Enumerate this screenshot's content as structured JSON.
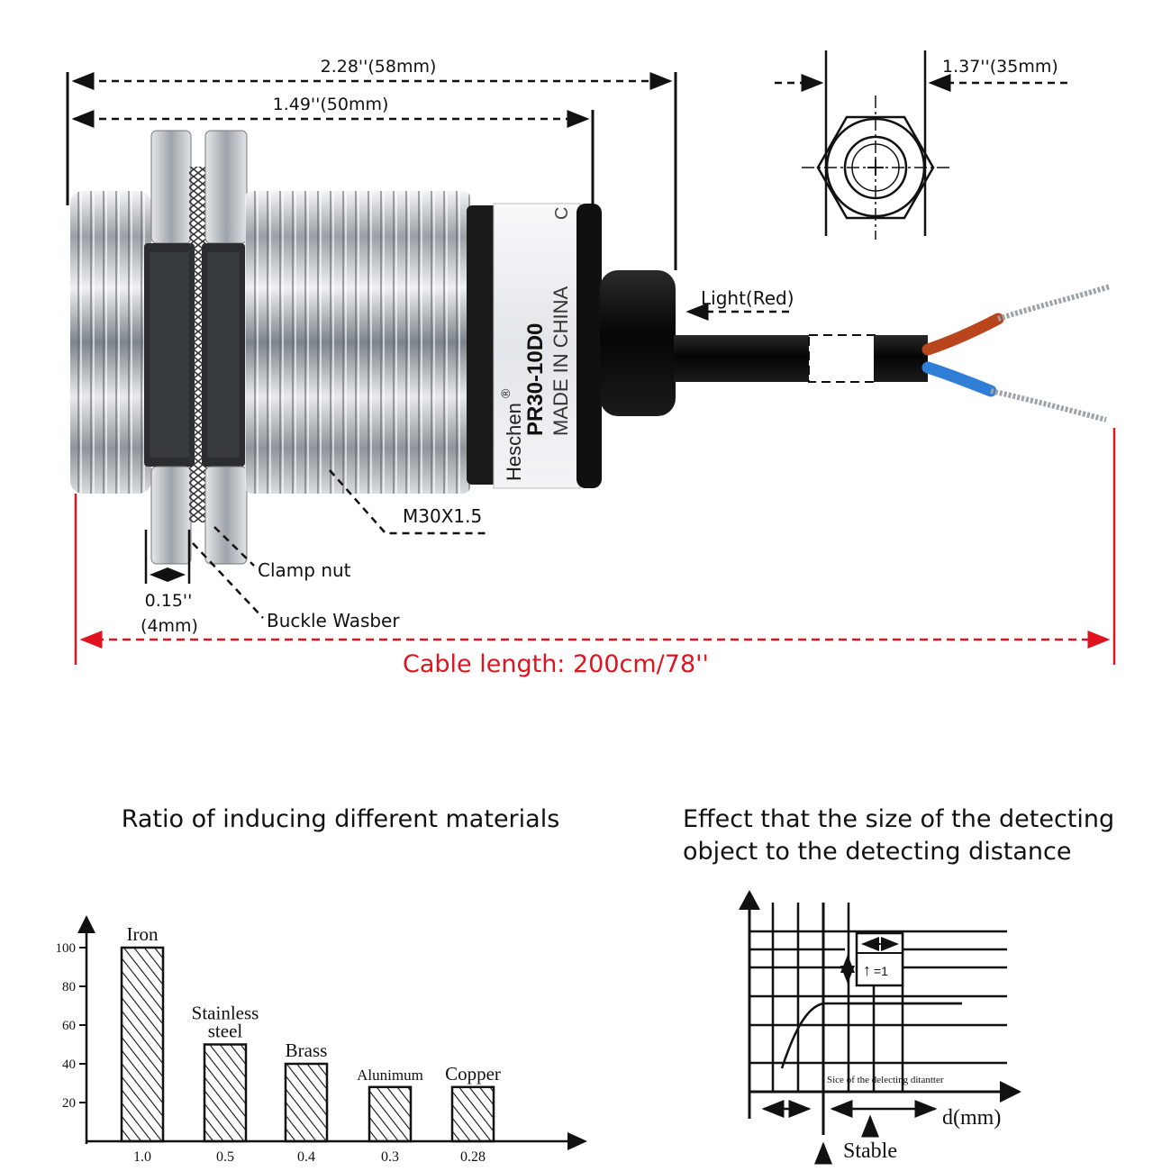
{
  "dimensions": {
    "overall_length": "2.28''(58mm)",
    "body_length": "1.49''(50mm)",
    "diameter": "1.37''(35mm)",
    "washer_thickness_line1": "0.15''",
    "washer_thickness_line2": "(4mm)",
    "cable_length": "Cable length: 200cm/78''"
  },
  "callouts": {
    "light": "Light(Red)",
    "thread": "M30X1.5",
    "clamp_nut": "Clamp nut",
    "buckle_washer": "Buckle Wasber"
  },
  "product_label": {
    "brand": "Heschen",
    "registered": "®",
    "model": "PR30-10D0",
    "origin": "MADE IN CHINA",
    "mark": "C"
  },
  "materials_chart": {
    "heading": "Ratio of inducing different materials"
  },
  "size_effect_chart": {
    "heading_line1": "Effect that the size of the detecting",
    "heading_line2": "object to the detecting distance",
    "ratio_label": "=1",
    "inner_caption": "Sice of the delecting ditantter",
    "x_axis_label": "d(mm)",
    "stable_label": "Stable"
  },
  "chart_data": {
    "type": "bar",
    "title": "Ratio of inducing different materials",
    "categories": [
      "Iron",
      "Stainless steel",
      "Brass",
      "Alunimum",
      "Copper"
    ],
    "category_lines": [
      [
        "Iron"
      ],
      [
        "Stainless",
        "steel"
      ],
      [
        "Brass"
      ],
      [
        "Alunimum"
      ],
      [
        "Copper"
      ]
    ],
    "ratios": [
      "1.0",
      "0.5",
      "0.4",
      "0.3",
      "0.28"
    ],
    "values": [
      100,
      50,
      40,
      28,
      28
    ],
    "y_ticks": [
      20,
      40,
      60,
      80,
      100
    ],
    "ylim": [
      0,
      110
    ],
    "xlabel": "",
    "ylabel": "",
    "grid": false,
    "bar_pattern": "diagonal-hatch"
  },
  "colors": {
    "red_dim": "#e0141e",
    "metal": "#c9ccd0",
    "black": "#111111",
    "wire_brown": "#b8451c",
    "wire_blue": "#2f7fd6"
  }
}
